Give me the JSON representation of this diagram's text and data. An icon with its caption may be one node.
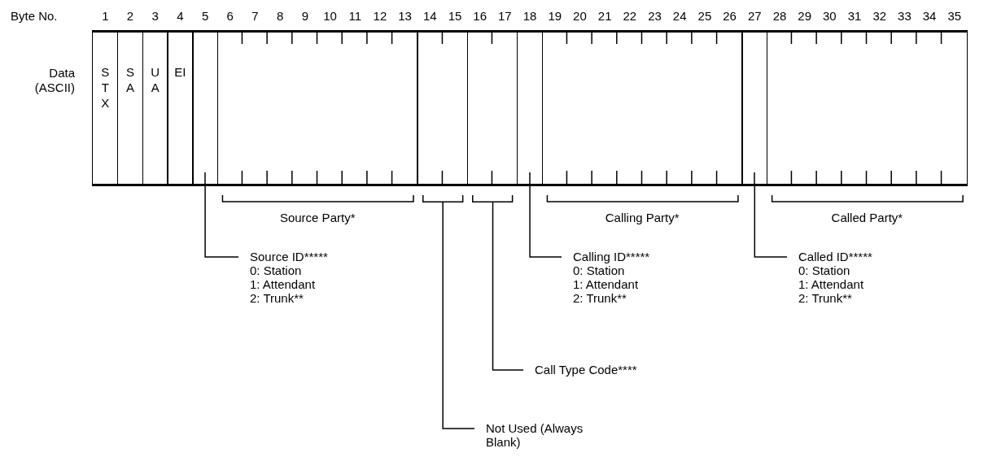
{
  "diagram": {
    "nodes": [
      {
        "text": [
          "STX"
        ]
      },
      {
        "text": [
          "SA"
        ]
      },
      {
        "text": [
          "UA"
        ]
      },
      {
        "text": [
          "EI"
        ]
      },
      {
        "text": [],
        "shape": "box"
      },
      {
        "text": [],
        "shape": "box"
      },
      {
        "text": [],
        "shape": "box"
      },
      {
        "text": [],
        "shape": "box"
      },
      {
        "text": [],
        "shape": "box"
      },
      {
        "text": [],
        "shape": "box"
      },
      {
        "text": [],
        "shape": "box"
      },
      {
        "text": [],
        "shape": "box"
      },
      {
        "text": [],
        "shape": "bracket"
      },
      {
        "text": [],
        "shape": "bracket"
      },
      {
        "text": [
          "Source ID*****",
          "0: Station",
          "1: Attendant",
          "2: Trunk**"
        ]
      },
      {
        "text": [
          "Calling ID*****",
          "0: Station",
          "1: Attendant",
          "2: Trunk**"
        ]
      },
      {
        "text": [
          "Called ID*****",
          "0: Station",
          "1: Attendant",
          "2: Trunk**"
        ]
      },
      {
        "text": [
          "Call Type Code****"
        ]
      },
      {
        "text": [
          "Not Used (Always Blank)"
        ]
      }
    ],
    "edges": [
      {
        "from": 14,
        "to": 4,
        "arrow": "none"
      },
      {
        "from": 15,
        "to": 8,
        "arrow": "none"
      },
      {
        "from": 16,
        "to": 10,
        "arrow": "none"
      },
      {
        "from": 17,
        "to": 13,
        "arrow": "none"
      },
      {
        "from": 18,
        "to": 12,
        "arrow": "none"
      }
    ],
    "labels": [
      "Byte No.",
      "1",
      "2",
      "3",
      "4",
      "5",
      "6",
      "7",
      "8",
      "9",
      "10",
      "11",
      "12",
      "13",
      "14",
      "15",
      "16",
      "17",
      "18",
      "19",
      "20",
      "21",
      "22",
      "23",
      "24",
      "25",
      "26",
      "27",
      "28",
      "29",
      "30",
      "31",
      "32",
      "33",
      "34",
      "35",
      "Data (ASCII)",
      "Source Party*",
      "Calling Party*",
      "Called Party*"
    ]
  }
}
